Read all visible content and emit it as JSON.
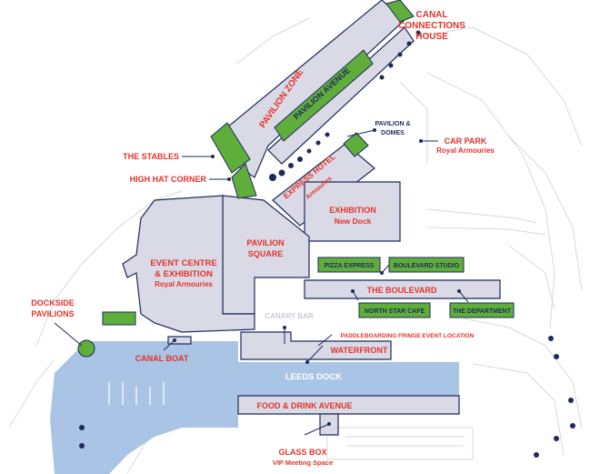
{
  "colors": {
    "label_red": "#e5332a",
    "building": "#d9dae6",
    "outline": "#1f2a5c",
    "green_zone": "#5fae3b",
    "water": "#a9c4e4"
  },
  "labels": {
    "canal_connections_house": [
      "CANAL",
      "CONNECTIONS",
      "HOUSE"
    ],
    "pavilion_zone": "PAVILION ZONE",
    "pavilion_avenue": "PAVILION AVENUE",
    "pavilion_domes": [
      "PAVILION &",
      "DOMES"
    ],
    "car_park": "CAR PARK",
    "car_park_sub": "Royal Armouries",
    "the_stables": "THE STABLES",
    "high_hat_corner": "HIGH HAT CORNER",
    "express_hotel": "EXPRESS HOTEL",
    "express_hotel_sub": "Armouries",
    "exhibition": "EXHIBITION",
    "exhibition_sub": "New Dock",
    "pavilion_square": [
      "PAVILION",
      "SQUARE"
    ],
    "event_centre": [
      "EVENT CENTRE",
      "& EXHIBITION"
    ],
    "event_centre_sub": "Royal Armouries",
    "pizza_express": "PIZZA EXPRESS",
    "boulevard_studio": "BOULEVARD STUDIO",
    "the_boulevard": "THE BOULEVARD",
    "north_star_cafe": "NORTH STAR CAFE",
    "the_department": "THE DEPARTMENT",
    "dockside_pavilions": [
      "DOCKSIDE",
      "PAVILIONS"
    ],
    "canary_bar": "CANARY BAR",
    "paddleboarding": "PADDLEBOARDING FRINGE EVENT LOCATION",
    "waterfront": "WATERFRONT",
    "canal_boat": "CANAL BOAT",
    "leeds_dock": "LEEDS DOCK",
    "food_drink_avenue": "FOOD & DRINK AVENUE",
    "glass_box": "GLASS BOX",
    "glass_box_sub": "VIP Meeting Space"
  }
}
